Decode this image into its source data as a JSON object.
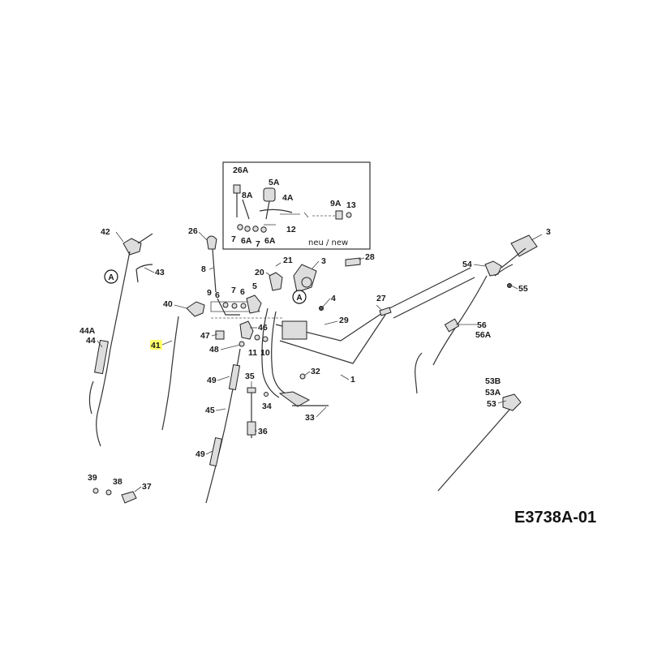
{
  "drawing_code": "E3738A-01",
  "inset_note": "neu / new",
  "highlight_color": "#ffff66",
  "labels": {
    "l26A": "26A",
    "l5A": "5A",
    "l8A": "8A",
    "l4A": "4A",
    "l9A": "9A",
    "l13i": "13",
    "l7a": "7",
    "l6Aa": "6A",
    "l7b": "7",
    "l6Ab": "6A",
    "l12": "12",
    "l42": "42",
    "l43": "43",
    "l26": "26",
    "l8": "8",
    "l20": "20",
    "l21": "21",
    "l3a": "3",
    "l28": "28",
    "l3b": "3",
    "l54": "54",
    "l55": "55",
    "l9": "9",
    "l6a": "6",
    "l7c": "7",
    "l6b": "6",
    "l5": "5",
    "l40": "40",
    "l4": "4",
    "l27": "27",
    "l29": "29",
    "l56": "56",
    "l56A": "56A",
    "l44A": "44A",
    "l44": "44",
    "l41": "41",
    "l47": "47",
    "l48": "48",
    "l46": "46",
    "l11": "11",
    "l10": "10",
    "l32": "32",
    "l1": "1",
    "l35": "35",
    "l49a": "49",
    "l34": "34",
    "l45": "45",
    "l33": "33",
    "l36": "36",
    "l53B": "53B",
    "l53A": "53A",
    "l53": "53",
    "l49b": "49",
    "l39": "39",
    "l38": "38",
    "l37": "37"
  },
  "circle_markers": {
    "a1": "A",
    "a2": "A"
  }
}
